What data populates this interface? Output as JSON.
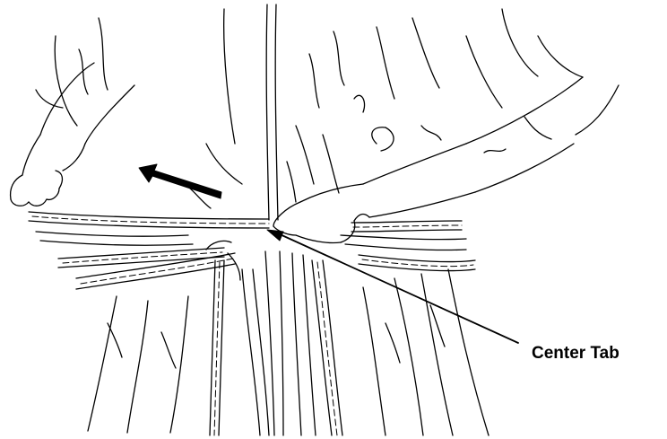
{
  "illustration": {
    "subject": "gown-waist-tie-illustration",
    "callout": {
      "label": "Center Tab"
    },
    "motion_arrow": {
      "direction": "left"
    }
  },
  "colors": {
    "ink": "#000000",
    "background": "#ffffff"
  }
}
